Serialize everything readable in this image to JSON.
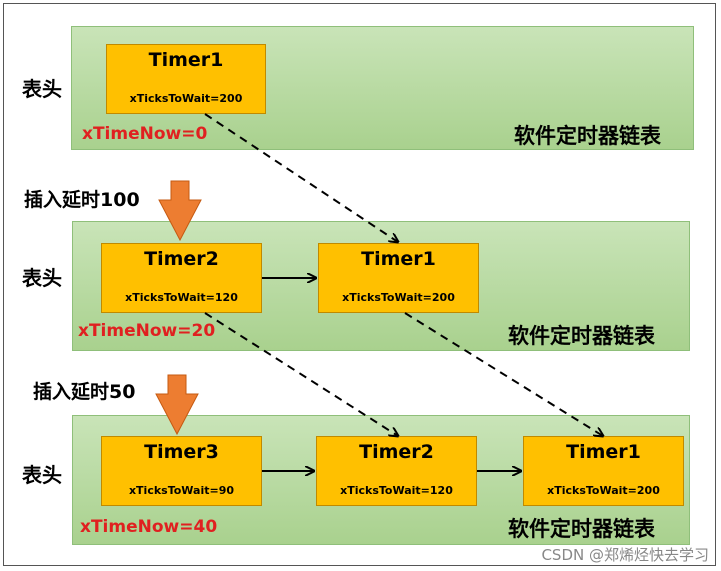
{
  "lists": [
    {
      "head_label": "表头",
      "time_now": "xTimeNow=0",
      "list_label": "软件定时器链表",
      "timers": [
        {
          "name": "Timer1",
          "ticks": "xTicksToWait=200"
        }
      ]
    },
    {
      "head_label": "表头",
      "time_now": "xTimeNow=20",
      "list_label": "软件定时器链表",
      "timers": [
        {
          "name": "Timer2",
          "ticks": "xTicksToWait=120"
        },
        {
          "name": "Timer1",
          "ticks": "xTicksToWait=200"
        }
      ]
    },
    {
      "head_label": "表头",
      "time_now": "xTimeNow=40",
      "list_label": "软件定时器链表",
      "timers": [
        {
          "name": "Timer3",
          "ticks": "xTicksToWait=90"
        },
        {
          "name": "Timer2",
          "ticks": "xTicksToWait=120"
        },
        {
          "name": "Timer1",
          "ticks": "xTicksToWait=200"
        }
      ]
    }
  ],
  "inserts": [
    {
      "label": "插入延时100"
    },
    {
      "label": "插入延时50"
    }
  ],
  "watermark": "CSDN @郑烯烃快去学习",
  "colors": {
    "panel": "#a9d18e",
    "timer": "#ffc000",
    "time_now": "#e02020",
    "insert_arrow": "#ed7d31"
  }
}
